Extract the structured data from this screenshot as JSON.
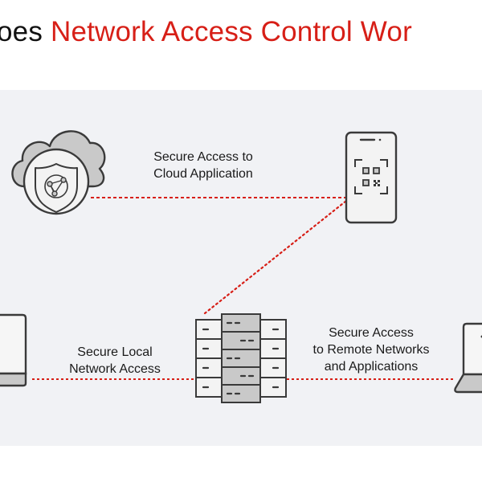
{
  "title": {
    "prefix": "oes",
    "highlight": "Network Access Control Wor"
  },
  "colors": {
    "accent": "#d71f17",
    "panel_bg": "#f1f2f5",
    "icon_stroke": "#3a3a3a",
    "icon_fill_gray": "#c9c9c9",
    "connector": "#d71f17"
  },
  "nodes": [
    {
      "id": "cloud",
      "icon": "cloud-shield-network-icon"
    },
    {
      "id": "smartphone",
      "icon": "smartphone-qr-code-icon"
    },
    {
      "id": "server",
      "icon": "server-rack-icon"
    },
    {
      "id": "laptop-left",
      "icon": "laptop-icon"
    },
    {
      "id": "laptop-right",
      "icon": "laptop-icon"
    }
  ],
  "labels": {
    "cloud": [
      "Secure Access to",
      "Cloud Application"
    ],
    "local": [
      "Secure Local",
      "Network Access"
    ],
    "remote": [
      "Secure Access",
      "to Remote Networks",
      "and Applications"
    ]
  },
  "connections": [
    {
      "from": "cloud",
      "to": "smartphone",
      "style": "dashed"
    },
    {
      "from": "server",
      "to": "smartphone",
      "style": "dotted"
    },
    {
      "from": "laptop-left",
      "to": "server",
      "style": "dashed"
    },
    {
      "from": "server",
      "to": "laptop-right",
      "style": "dashed"
    }
  ]
}
